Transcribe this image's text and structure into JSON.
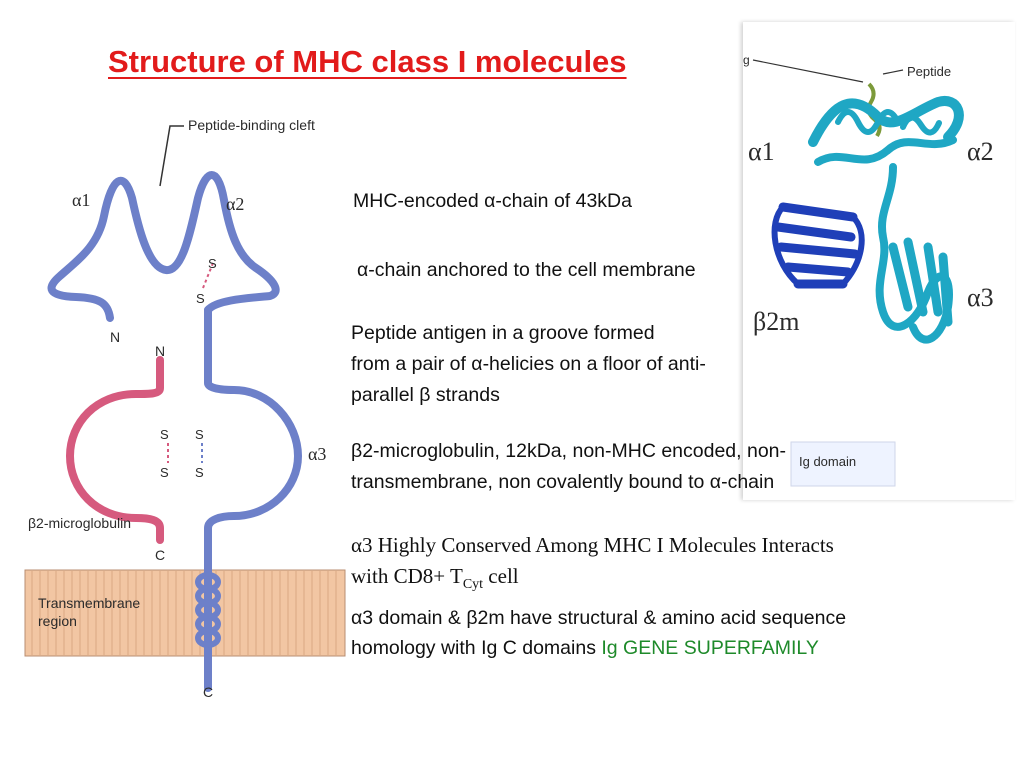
{
  "title": "Structure of MHC class I molecules",
  "left_diagram": {
    "cleft_label": "Peptide-binding cleft",
    "alpha1": "α1",
    "alpha2": "α2",
    "alpha3": "α3",
    "n_alpha": "N",
    "n_beta": "N",
    "c_beta": "C",
    "c_alpha": "C",
    "s": "S",
    "beta2m_label": "β2-microglobulin",
    "membrane_line1": "Transmembrane",
    "membrane_line2": "region",
    "colors": {
      "alpha_chain": "#6d80c9",
      "beta2m": "#d65a7e",
      "membrane": "#f2c6a3"
    }
  },
  "right_panel": {
    "peptide_label": "Peptide",
    "g_label": "g",
    "alpha1": "α1",
    "alpha2": "α2",
    "alpha3": "α3",
    "beta2m": "β2m",
    "ig_label": "Ig domain",
    "colors": {
      "heavy_chain": "#1fa7c4",
      "beta2m": "#1f3fb8"
    }
  },
  "points": {
    "p1": "MHC-encoded α-chain of 43kDa",
    "p2": "α-chain anchored to the cell membrane",
    "p3_line1": "Peptide antigen in a groove formed",
    "p3_line2": "from a pair of α-helicies on a floor of anti-",
    "p3_line3": "parallel β strands",
    "p4_line1": "β2-microglobulin, 12kDa, non-MHC encoded, non-",
    "p4_line2": "transmembrane, non covalently bound to α-chain",
    "p5_line1": "α3 Highly Conserved Among MHC I Molecules Interacts",
    "p5_line2_pre": "with CD8+ T",
    "p5_line2_sub": "Cyt",
    "p5_line2_post": " cell",
    "p6_line1": "α3 domain & β2m have structural & amino acid sequence",
    "p6_line2_pre": "homology with Ig C domains ",
    "p6_line2_green": "Ig GENE SUPERFAMILY"
  }
}
